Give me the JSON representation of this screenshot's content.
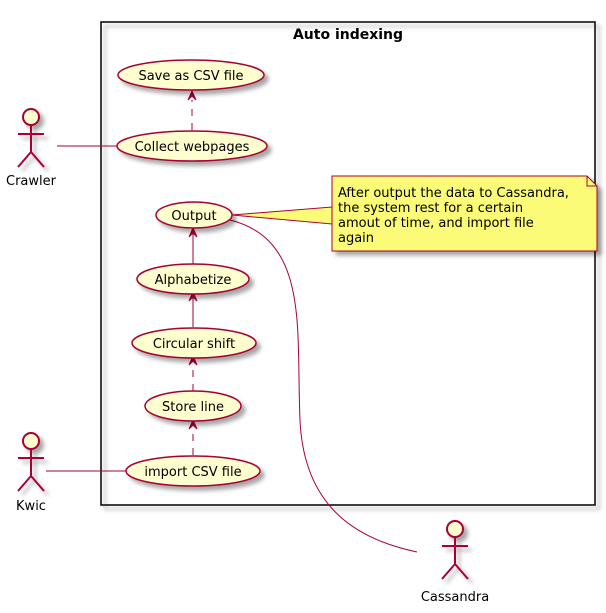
{
  "system": {
    "title": "Auto indexing"
  },
  "actors": {
    "crawler": "Crawler",
    "kwic": "Kwic",
    "cassandra": "Cassandra"
  },
  "usecases": {
    "save_csv": "Save as CSV file",
    "collect": "Collect webpages",
    "output": "Output",
    "alphabetize": "Alphabetize",
    "circular_shift": "Circular shift",
    "store_line": "Store line",
    "import_csv": "import CSV file"
  },
  "note": {
    "lines": [
      "After output the data to Cassandra,",
      "the system rest for a certain",
      "amout of time, and import file",
      "again"
    ]
  },
  "colors": {
    "usecase_fill": "#FEFECE",
    "border": "#A80036",
    "note_fill": "#FBFB77"
  }
}
